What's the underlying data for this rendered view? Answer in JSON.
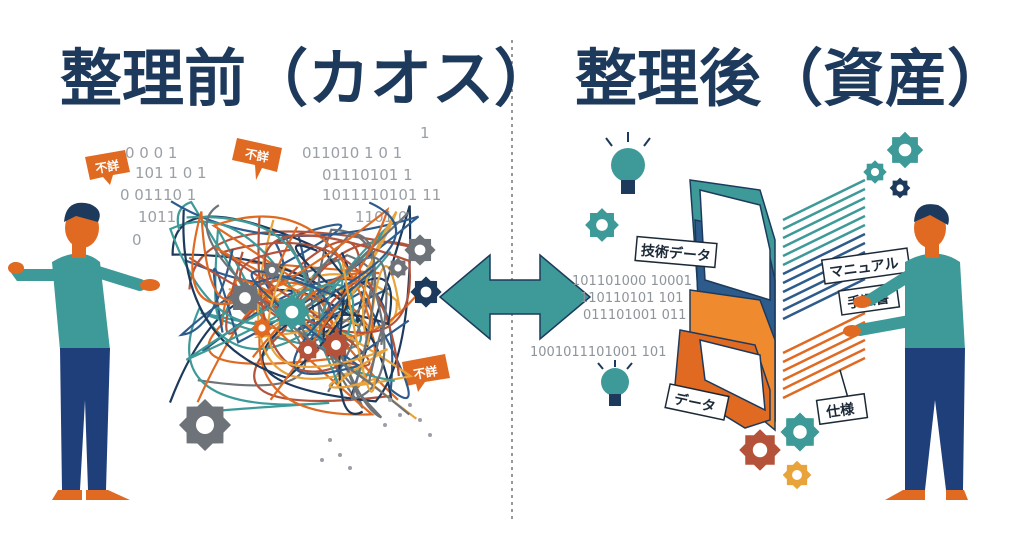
{
  "titles": {
    "before": "整理前（カオス）",
    "after": "整理後（資産）"
  },
  "chaos": {
    "tags": [
      "不詳",
      "不詳",
      "不詳"
    ],
    "binary": [
      "0 0 0 1",
      "101 1 0 1",
      "0 01110 1",
      "1011",
      "0",
      "011010 1 0 1",
      "01110101 1",
      "1011110101 11",
      "1101 0",
      "1"
    ]
  },
  "assets": {
    "binary": [
      "101101000 10001",
      "110110101 101",
      "011101001 011",
      "1001011101001 101"
    ],
    "labels": {
      "tech_data": "技術データ",
      "data": "データ",
      "manual": "マニュアル",
      "procedure": "手順書",
      "spec": "仕様"
    }
  },
  "colors": {
    "navy": "#1d3a5c",
    "teal": "#3d9a98",
    "orange": "#e06a22",
    "blue": "#2d5b8c",
    "gray": "#6d7378"
  }
}
